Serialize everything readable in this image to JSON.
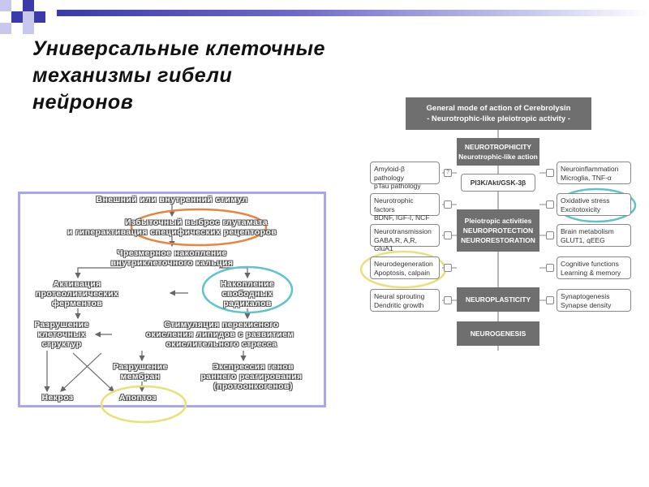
{
  "slide": {
    "title_lines": [
      "Универсальные клеточные",
      "механизмы гибели",
      "нейронов"
    ]
  },
  "left_flow": {
    "nodes": {
      "stimulus": "Внешний или внутренний стимул",
      "glutamate_1": "Избыточный выброс глутамата",
      "glutamate_2": "и гиперактивация специфических рецепторов",
      "calcium_1": "Чрезмерное накопление",
      "calcium_2": "внутриклеточного кальция",
      "proteolytic_1": "Активация",
      "proteolytic_2": "протеолитических",
      "proteolytic_3": "ферментов",
      "radicals_1": "Накопление",
      "radicals_2": "свободных",
      "radicals_3": "радикалов",
      "destruction_1": "Разрушение",
      "destruction_2": "клеточных",
      "destruction_3": "структур",
      "peroxidation_1": "Стимуляция перекисного",
      "peroxidation_2": "окисления липидов с развитием",
      "peroxidation_3": "окислительного стресса",
      "membrane_1": "Разрушение",
      "membrane_2": "мембран",
      "genes_1": "Экспрессия генов",
      "genes_2": "раннего реагирования",
      "genes_3": "(протоонкогенов)",
      "necrosis": "Некроз",
      "apoptosis": "Апоптоз"
    },
    "highlight_colors": {
      "glutamate": "#e8843e",
      "radicals": "#5fc3c8",
      "apoptosis": "#e8e07a"
    },
    "panel_border": "#a7a7f0"
  },
  "right_diagram": {
    "header_lines": [
      "General mode of action of Cerebrolysin",
      "- Neurotrophic-like pleiotropic activity -"
    ],
    "center": {
      "neurotrophicity_1": "NEUROTROPHICITY",
      "neurotrophicity_2": "Neurotrophic-like action",
      "pathway": "PI3K/Akt/GSK-3β",
      "pleiotropic_1": "Pleiotropic activities",
      "pleiotropic_2": "NEUROPROTECTION",
      "pleiotropic_3": "NEURORESTORATION",
      "neuroplasticity": "NEUROPLASTICITY",
      "neurogenesis": "NEUROGENESIS"
    },
    "left_items": [
      {
        "l1": "Amyloid-β pathology",
        "l2": "pTau pathology",
        "mark": "?"
      },
      {
        "l1": "Neurotrophic factors",
        "l2": "BDNF, IGF-I, NCF",
        "mark": ""
      },
      {
        "l1": "Neurotransmission",
        "l2": "GABA,R, A,R, GluA1",
        "mark": ""
      },
      {
        "l1": "Neurodegeneration",
        "l2": "Apoptosis, calpain",
        "mark": ""
      },
      {
        "l1": "Neural sprouting",
        "l2": "Dendritic growth",
        "mark": ""
      }
    ],
    "right_items": [
      {
        "l1": "Neuroinflammation",
        "l2": "Microglia, TNF-α",
        "mark": ""
      },
      {
        "l1": "Oxidative stress",
        "l2": "Excitotoxicity",
        "mark": ""
      },
      {
        "l1": "Brain metabolism",
        "l2": "GLUT1, qEEG",
        "mark": ""
      },
      {
        "l1": "Cognitive functions",
        "l2": "Learning & memory",
        "mark": ""
      },
      {
        "l1": "Synaptogenesis",
        "l2": "Synapse density",
        "mark": ""
      }
    ],
    "highlight_colors": {
      "neurodegeneration": "#e8e07a",
      "oxidative_stress": "#5fc3c8"
    }
  },
  "colors": {
    "title": "#111111",
    "diagram_gray": "#6f6f6f",
    "accent_blue": "#3a3aa8"
  }
}
